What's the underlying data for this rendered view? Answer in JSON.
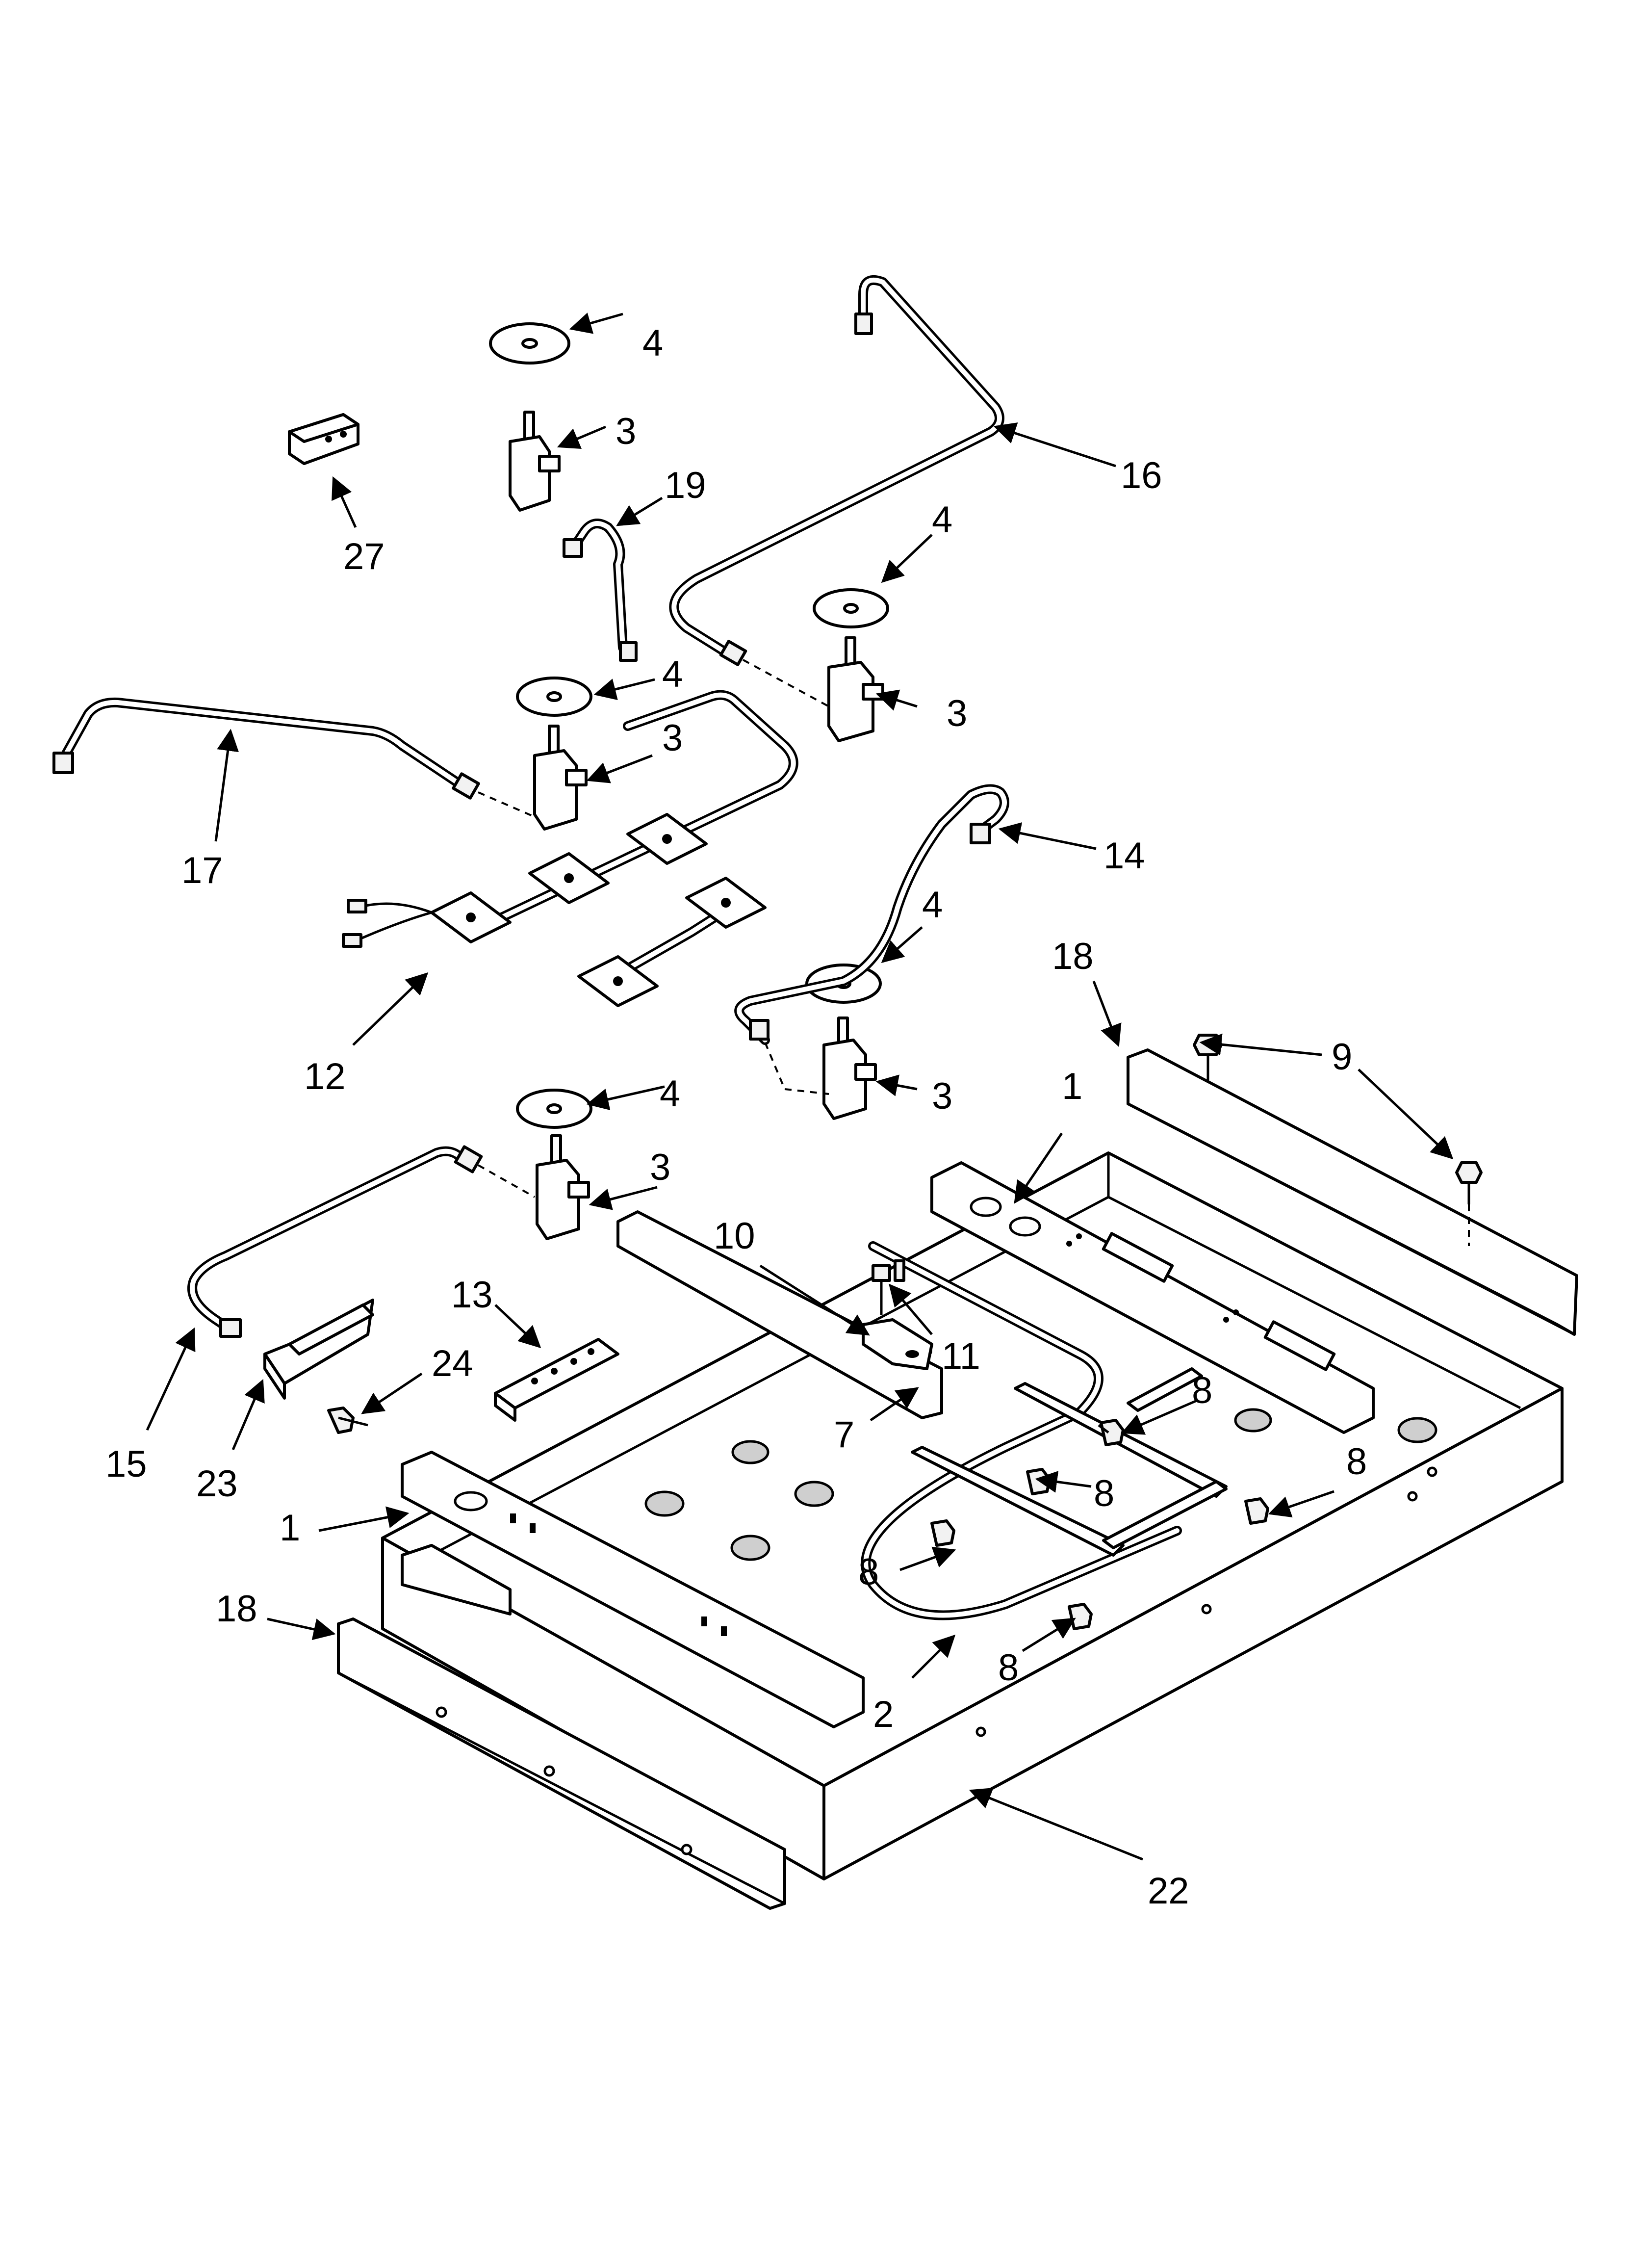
{
  "diagram": {
    "callouts": {
      "c_4_a": "4",
      "c_3_a": "3",
      "c_19": "19",
      "c_16": "16",
      "c_27": "27",
      "c_4_b": "4",
      "c_3_b": "3",
      "c_4_c": "4",
      "c_3_c": "3",
      "c_17": "17",
      "c_14": "14",
      "c_4_d": "4",
      "c_12": "12",
      "c_18_a": "18",
      "c_9": "9",
      "c_3_d": "3",
      "c_4_e": "4",
      "c_1_a": "1",
      "c_3_e": "3",
      "c_10": "10",
      "c_13": "13",
      "c_11": "11",
      "c_24": "24",
      "c_8_a": "8",
      "c_15": "15",
      "c_23": "23",
      "c_7": "7",
      "c_8_b": "8",
      "c_8_c": "8",
      "c_1_b": "1",
      "c_8_d": "8",
      "c_18_b": "18",
      "c_8_e": "8",
      "c_2": "2",
      "c_22": "22"
    }
  }
}
